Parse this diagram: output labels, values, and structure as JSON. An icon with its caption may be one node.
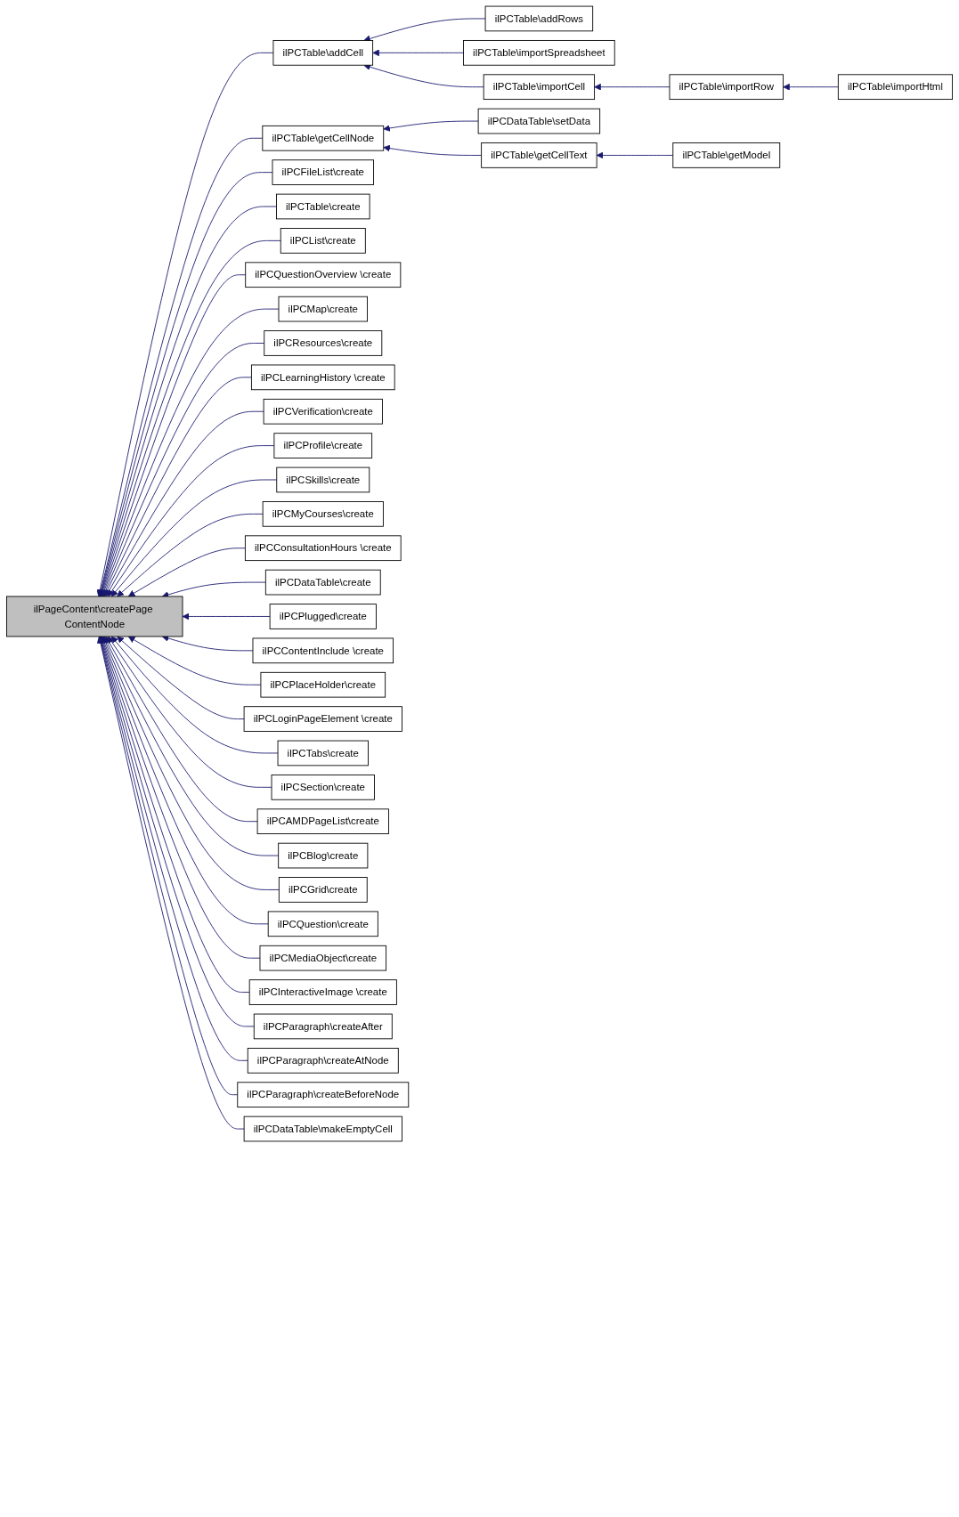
{
  "diagram": {
    "nodes": [
      {
        "text": [
          "ilPageContent\\createPage ContentNode"
        ]
      },
      {
        "text": [
          "ilPCTable\\addCell"
        ]
      },
      {
        "text": [
          "ilPCTable\\addRows"
        ]
      },
      {
        "text": [
          "ilPCTable\\importSpreadsheet"
        ]
      },
      {
        "text": [
          "ilPCTable\\importCell"
        ]
      },
      {
        "text": [
          "ilPCTable\\importRow"
        ]
      },
      {
        "text": [
          "ilPCTable\\importHtml"
        ]
      },
      {
        "text": [
          "ilPCFileList\\create"
        ]
      },
      {
        "text": [
          "ilPCTable\\create"
        ]
      },
      {
        "text": [
          "ilPCList\\create"
        ]
      },
      {
        "text": [
          "ilPCQuestionOverview \\create"
        ]
      },
      {
        "text": [
          "ilPCMap\\create"
        ]
      },
      {
        "text": [
          "ilPCResources\\create"
        ]
      },
      {
        "text": [
          "ilPCLearningHistory \\create"
        ]
      },
      {
        "text": [
          "ilPCVerification\\create"
        ]
      },
      {
        "text": [
          "ilPCProfile\\create"
        ]
      },
      {
        "text": [
          "ilPCSkills\\create"
        ]
      },
      {
        "text": [
          "ilPCMyCourses\\create"
        ]
      },
      {
        "text": [
          "ilPCConsultationHours \\create"
        ]
      },
      {
        "text": [
          "ilPCDataTable\\create"
        ]
      },
      {
        "text": [
          "ilPCPlugged\\create"
        ]
      },
      {
        "text": [
          "ilPCContentInclude \\create"
        ]
      },
      {
        "text": [
          "ilPCPlaceHolder\\create"
        ]
      },
      {
        "text": [
          "ilPCLoginPageElement \\create"
        ]
      },
      {
        "text": [
          "ilPCTabs\\create"
        ]
      },
      {
        "text": [
          "ilPCSection\\create"
        ]
      },
      {
        "text": [
          "ilPCAMDPageList\\create"
        ]
      },
      {
        "text": [
          "ilPCBlog\\create"
        ]
      },
      {
        "text": [
          "ilPCGrid\\create"
        ]
      },
      {
        "text": [
          "ilPCQuestion\\create"
        ]
      },
      {
        "text": [
          "ilPCMediaObject\\create"
        ]
      },
      {
        "text": [
          "ilPCInteractiveImage \\create"
        ]
      },
      {
        "text": [
          "ilPCParagraph\\createAfter"
        ]
      },
      {
        "text": [
          "ilPCParagraph\\createAtNode"
        ]
      },
      {
        "text": [
          "ilPCParagraph\\createBeforeNode"
        ]
      },
      {
        "text": [
          "ilPCTable\\getCellNode"
        ]
      },
      {
        "text": [
          "ilPCDataTable\\setData"
        ]
      },
      {
        "text": [
          "ilPCTable\\getCellText"
        ]
      },
      {
        "text": [
          "ilPCTable\\getModel"
        ]
      },
      {
        "text": [
          "ilPCDataTable\\makeEmptyCell"
        ]
      }
    ],
    "edges": [
      {
        "from": 1,
        "to": 0,
        "arrow": "to"
      },
      {
        "from": 35,
        "to": 0,
        "arrow": "to"
      },
      {
        "from": 2,
        "to": 1,
        "arrow": "to"
      },
      {
        "from": 3,
        "to": 1,
        "arrow": "to"
      },
      {
        "from": 4,
        "to": 1,
        "arrow": "to"
      },
      {
        "from": 5,
        "to": 4,
        "arrow": "to"
      },
      {
        "from": 6,
        "to": 5,
        "arrow": "to"
      },
      {
        "from": 36,
        "to": 35,
        "arrow": "to"
      },
      {
        "from": 37,
        "to": 35,
        "arrow": "to"
      },
      {
        "from": 38,
        "to": 37,
        "arrow": "to"
      },
      {
        "from": 7,
        "to": 0,
        "arrow": "to"
      },
      {
        "from": 8,
        "to": 0,
        "arrow": "to"
      },
      {
        "from": 9,
        "to": 0,
        "arrow": "to"
      },
      {
        "from": 10,
        "to": 0,
        "arrow": "to"
      },
      {
        "from": 11,
        "to": 0,
        "arrow": "to"
      },
      {
        "from": 12,
        "to": 0,
        "arrow": "to"
      },
      {
        "from": 13,
        "to": 0,
        "arrow": "to"
      },
      {
        "from": 14,
        "to": 0,
        "arrow": "to"
      },
      {
        "from": 15,
        "to": 0,
        "arrow": "to"
      },
      {
        "from": 16,
        "to": 0,
        "arrow": "to"
      },
      {
        "from": 17,
        "to": 0,
        "arrow": "to"
      },
      {
        "from": 18,
        "to": 0,
        "arrow": "to"
      },
      {
        "from": 19,
        "to": 0,
        "arrow": "to"
      },
      {
        "from": 20,
        "to": 0,
        "arrow": "to"
      },
      {
        "from": 21,
        "to": 0,
        "arrow": "to"
      },
      {
        "from": 22,
        "to": 0,
        "arrow": "to"
      },
      {
        "from": 23,
        "to": 0,
        "arrow": "to"
      },
      {
        "from": 24,
        "to": 0,
        "arrow": "to"
      },
      {
        "from": 25,
        "to": 0,
        "arrow": "to"
      },
      {
        "from": 26,
        "to": 0,
        "arrow": "to"
      },
      {
        "from": 27,
        "to": 0,
        "arrow": "to"
      },
      {
        "from": 28,
        "to": 0,
        "arrow": "to"
      },
      {
        "from": 29,
        "to": 0,
        "arrow": "to"
      },
      {
        "from": 30,
        "to": 0,
        "arrow": "to"
      },
      {
        "from": 31,
        "to": 0,
        "arrow": "to"
      },
      {
        "from": 32,
        "to": 0,
        "arrow": "to"
      },
      {
        "from": 33,
        "to": 0,
        "arrow": "to"
      },
      {
        "from": 34,
        "to": 0,
        "arrow": "to"
      },
      {
        "from": 39,
        "to": 0,
        "arrow": "to"
      }
    ]
  }
}
